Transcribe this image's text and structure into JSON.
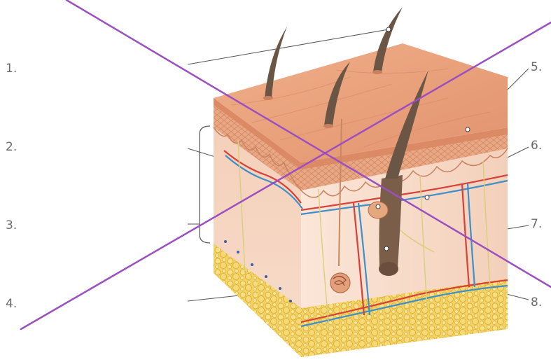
{
  "labels": {
    "l1": "1.",
    "l2": "2.",
    "l3": "3.",
    "l4": "4.",
    "l5": "5.",
    "l6": "6.",
    "l7": "7.",
    "l8": "8."
  },
  "colors": {
    "epidermis_surface": "#e8a27a",
    "epidermis_deep": "#d98b66",
    "dermis": "#f3cdb4",
    "dermis_side": "#f8dccb",
    "fat": "#f2cd52",
    "artery": "#d8403a",
    "vein": "#3f8fc9",
    "nerve": "#d9cf7a",
    "hair": "#5e4a3c",
    "cross_line": "#9b4fc0",
    "leader_line": "#555555"
  },
  "icons": {
    "cross_out": "purple-x-cross-lines"
  }
}
